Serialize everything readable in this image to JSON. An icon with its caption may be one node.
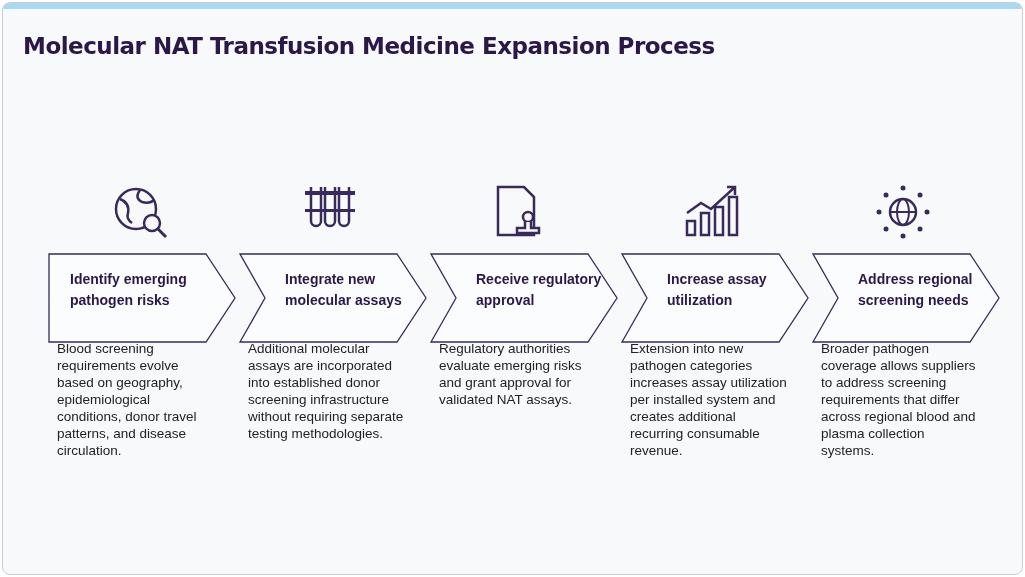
{
  "diagram": {
    "title": "Molecular NAT Transfusion Medicine Expansion Process",
    "nodes": [
      {
        "text": [
          "Identify emerging pathogen risks"
        ],
        "beside": [
          "Blood screening requirements evolve based on geography, epidemiological conditions, donor travel patterns, and disease circulation."
        ]
      },
      {
        "text": [
          "Integrate new molecular assays"
        ],
        "beside": [
          "Additional molecular assays are incorporated into established donor screening infrastructure without requiring separate testing methodologies."
        ]
      },
      {
        "text": [
          "Receive regulatory approval"
        ],
        "beside": [
          "Regulatory authorities evaluate emerging risks and grant approval for validated NAT assays."
        ]
      },
      {
        "text": [
          "Increase assay utilization"
        ],
        "beside": [
          "Extension into new pathogen categories increases assay utilization per installed system and creates additional recurring consumable revenue."
        ]
      },
      {
        "text": [
          "Address regional screening needs"
        ],
        "beside": [
          "Broader pathogen coverage allows suppliers to address screening requirements that differ across regional blood and plasma collection systems."
        ]
      }
    ]
  }
}
